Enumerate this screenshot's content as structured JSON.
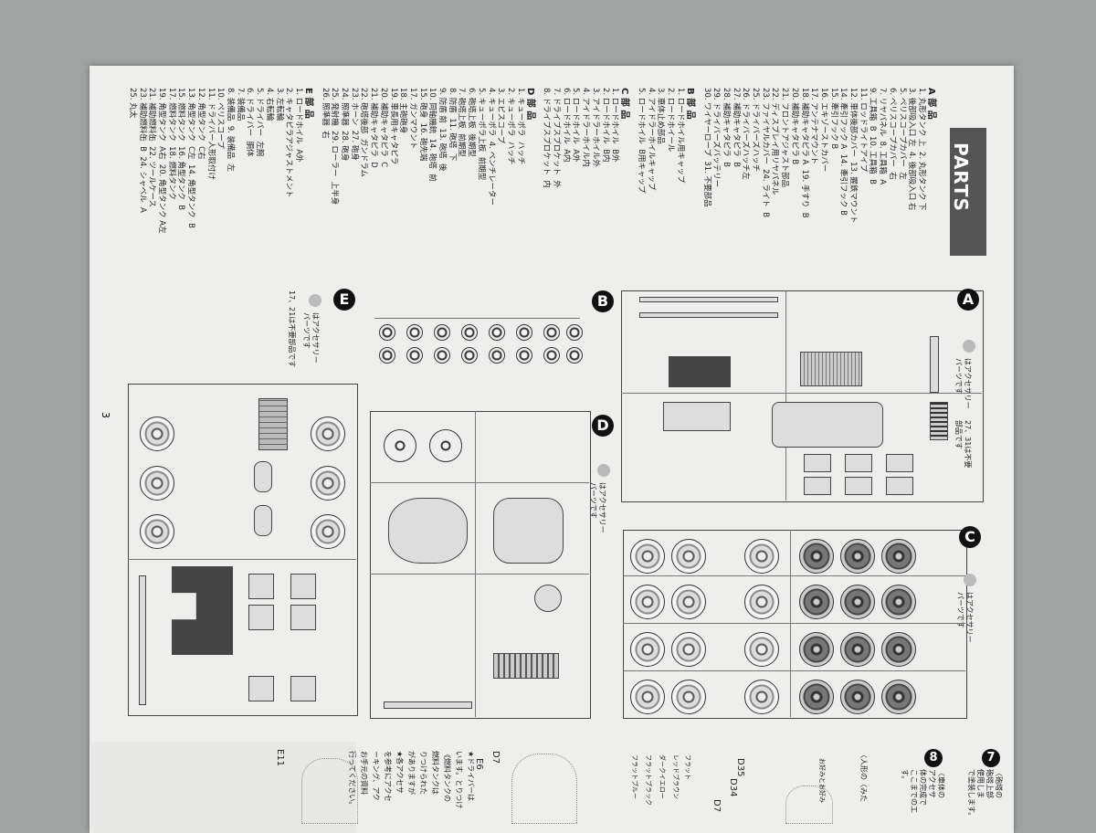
{
  "page": {
    "banner": "PARTS",
    "page_number": "3"
  },
  "parts_text": {
    "a_header": "A 部 品",
    "a_items": [
      "1. 丸形タンク 上  2. 丸形タンク 下",
      "3. 後部吸入口 左  4. 後部吸入口 右",
      "5. ペリスコープカバー  左",
      "6. ペリスコープカバー  右",
      "7. リヤパネル  8. 工具箱  A",
      "9. 工具箱  B  10. 工具箱  B",
      "11. ロッドライトアイプ",
      "12. 車体後部カバー  13. 握鉄マウント",
      "14. 牽引フック A  14. 牽引フック B",
      "15. 牽引フック B",
      "16. エキゾーストカバー",
      "17. アンテナマウント",
      "18. 補助キャタピラ A  19. 手すり  B",
      "20. 補助キャタピラ B",
      "21. フロントアジャスト部品",
      "22. ディスプレイ用リヤパネル",
      "23. ファイヤルカバー  24. ライト  B",
      "25. ドライバーズハッチ",
      "26. ドライバーズハッチ左",
      "27. 補助キャタピラ  B",
      "28. 補助キャタピラ  B",
      "29. ドライバーズバッテリー",
      "30. ワイヤーロープ  31. 不要部品"
    ],
    "b_header": "B 部 品",
    "b_items": [
      "1. ロードホイル用キャップ",
      "2. ロードホイール",
      "3. 車体止め部品",
      "4. アイドラーホイルキャップ",
      "5. ロードホイル  B用キャップ"
    ],
    "c_header": "C 部 品",
    "c_items": [
      "1. ロードホイル  B外",
      "2. ロードホイル  B内",
      "3. アイドラーホイル外",
      "4. アイドラーホイル内",
      "5. ロードホイル  A外",
      "6. ロードホイル  A内",
      "7. ドライブスプロケット  外",
      "8. ドライブスプロケット  内"
    ],
    "d_header": "D 部 品",
    "d_items": [
      "1. キューポラ  ハッチ",
      "2. キューポラ  ハッチ",
      "3. エピスコープ",
      "4. キューポラ  4. ベンチレーター",
      "5. キューポラ上板  前期型",
      "6. 砲塔上板  後期型",
      "7. 砲塔上板  前期型",
      "8. 防盾  11. 砲塔  下",
      "9. 防盾 前  13. 砲塔  後",
      "10. 同軸機銃  14. 砲塔  前",
      "15. 砲身  16. 砲先端",
      "17. ガンマウント",
      "18. 主砲砲身",
      "19. 車長用キャタピラ",
      "20. 補助キャタピラ  C",
      "21. 補助キャタピラ  D",
      "22. 砲塔後部  ガンドラム",
      "23. ホーン  27. 砲身",
      "24. 照準器  28. 砲身",
      "25. 発射機  29. ローラー  上半身",
      "26. 照準器  右"
    ],
    "e_header": "E 部 品",
    "e_items": [
      "1. ロードホイル  A外",
      "2. キャタピラアジャストメント",
      "3. 左転輪",
      "4. 右転輪",
      "5. ドライバー  左腕",
      "6. ドライバー  胴体",
      "7. 装備品",
      "8. 装備品  9. 装備品  左",
      "10. ペリスコープ",
      "11. ドライバー人形取付け",
      "12. 角型タンク  C右",
      "13. 角型タンク  C左  14. 角型タンク  B",
      "15. 燃料タンク  16. 角型タンク  B",
      "17. 燃料タンク  18. 燃料タンク",
      "19. 角型タンク  A右  20. 角型タンク A左",
      "21. 補助燃料缶  22. ツールケース",
      "23. 補助燃料缶  B  24. シャベル  A",
      "25. 丸太"
    ]
  },
  "sprues": {
    "A": {
      "label": "A",
      "note": "はアクセサリー\nパーツです",
      "note2": "27、31は不要\n部品です"
    },
    "B": {
      "label": "B",
      "note": "はアクセサリー\nパーツです"
    },
    "C": {
      "label": "C",
      "note": "はアクセサリー\nパーツです"
    },
    "D": {
      "label": "D",
      "note": "はアクセサリー\nパーツです"
    },
    "E": {
      "label": "E",
      "note": "はアクセサリー\nパーツです",
      "note2": "17、21は不要部品です"
    }
  },
  "next_page": {
    "step7_num": "7",
    "step7_text": "〈砲塔の\n砲塔上部\n使用しま\nで塗装します。",
    "step8_num": "8",
    "step8_text": "〈車体の\nアクセサ\n体の完成で\nここまでの工\nす。",
    "figure_head": "〈人形の〈みた",
    "labels": [
      "D7",
      "D35",
      "D34",
      "D7",
      "E6",
      "E11"
    ],
    "hints": [
      "お好みとお好み",
      "フラット",
      "レッドブラウン",
      "ダークイエロー",
      "フラットブラック",
      "フラットブルー"
    ],
    "notes": [
      "★ドライバーは",
      "います。とりつけ",
      "《燃料タンクの",
      "燃料タンクは",
      "りつけられた",
      "がありますが",
      "★各アクセサ",
      "を参考にアクセ",
      "ーキング、アク",
      "お手元の資料",
      "行ってください。"
    ]
  }
}
